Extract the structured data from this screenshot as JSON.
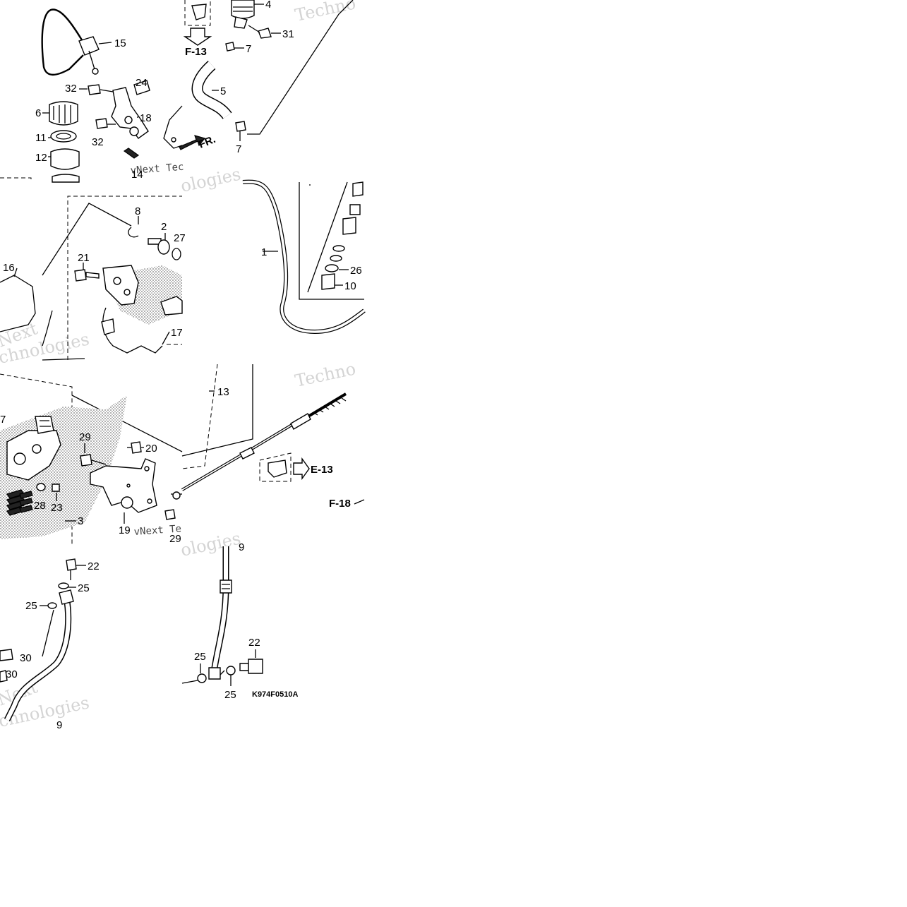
{
  "diagram": {
    "code": "K974F0510A",
    "references": {
      "f13": "F-13",
      "e13": "E-13",
      "f18": "F-18",
      "front_arrow": "FR."
    },
    "callouts": {
      "c4": "4",
      "c31": "31",
      "c7a": "7",
      "c5": "5",
      "c7b": "7",
      "c15": "15",
      "c24": "24",
      "c32a": "32",
      "c6": "6",
      "c18": "18",
      "c11": "11",
      "c32b": "32",
      "c12": "12",
      "c14": "14",
      "c8": "8",
      "c2": "2",
      "c27": "27",
      "c21": "21",
      "c16": "16",
      "c17a": "17",
      "c1": "1",
      "c26": "26",
      "c10": "10",
      "c13": "13",
      "c7c": "7",
      "c29a": "29",
      "c20": "20",
      "c28": "28",
      "c23": "23",
      "c3": "3",
      "c19": "19",
      "c29b": "29",
      "c9a": "9",
      "c22a": "22",
      "c25a": "25",
      "c25b": "25",
      "c30a": "30",
      "c30b": "30",
      "c9b": "9",
      "c22b": "22",
      "c25c": "25",
      "c25d": "25"
    },
    "watermarks": {
      "w1": "Techno",
      "w2": "vNext Tec",
      "w3": "ologies",
      "w4": "Next",
      "w5": "chnologies",
      "w6": "Techno",
      "w7": "vNext Te",
      "w8": "ologies",
      "w9": "Next",
      "w10": "chnologies"
    }
  }
}
